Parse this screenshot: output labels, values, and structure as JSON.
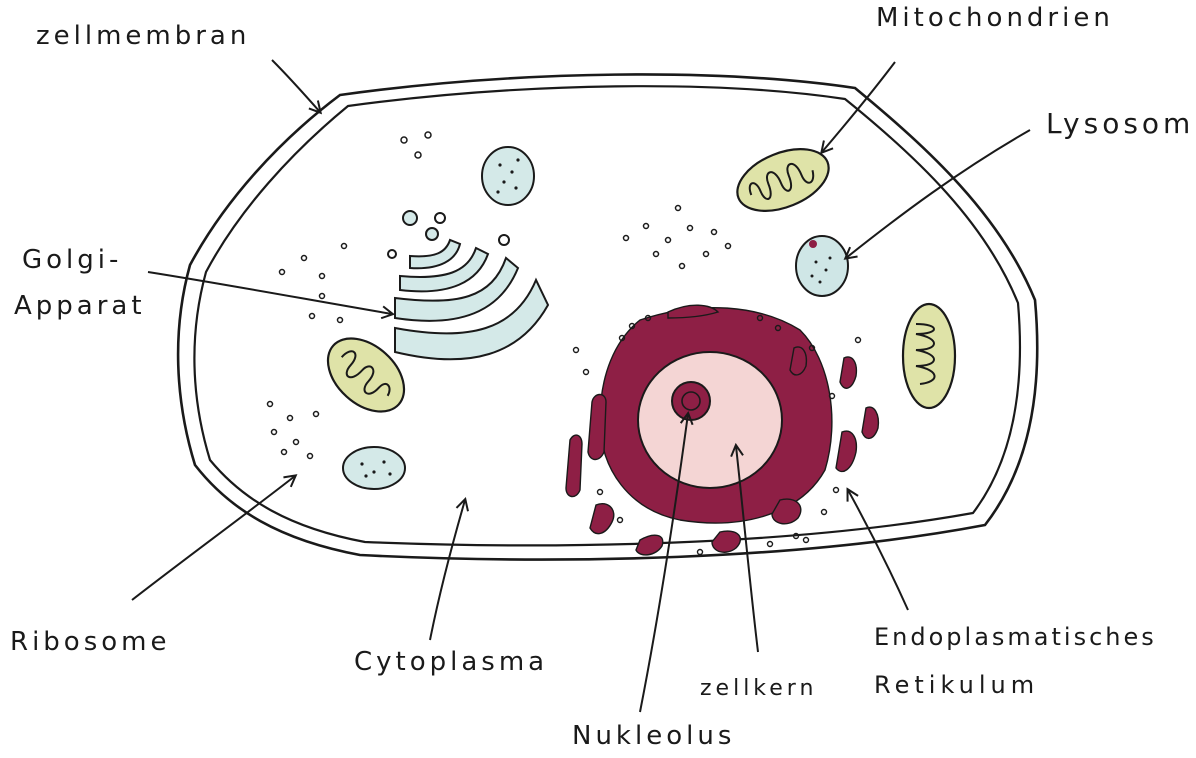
{
  "labels": {
    "zellmembran": "zellmembran",
    "mitochondrien": "Mitochondrien",
    "lysosom": "Lysosom",
    "golgi_line1": "Golgi-",
    "golgi_line2": "Apparat",
    "ribosome": "Ribosome",
    "cytoplasma": "Cytoplasma",
    "nukleolus": "Nukleolus",
    "zellkern": "zellkern",
    "er_line1": "Endoplasmatisches",
    "er_line2": "Retikulum"
  },
  "colors": {
    "outline": "#1a1a1a",
    "mitochondria_fill": "#dfe3a8",
    "lysosome_fill": "#cfe6e6",
    "golgi_fill": "#d4e9e8",
    "vesicle_fill": "#d4e9e8",
    "er_fill": "#8e1f45",
    "nucleus_fill": "#f4d5d4",
    "nucleolus_fill": "#8e1f45"
  }
}
